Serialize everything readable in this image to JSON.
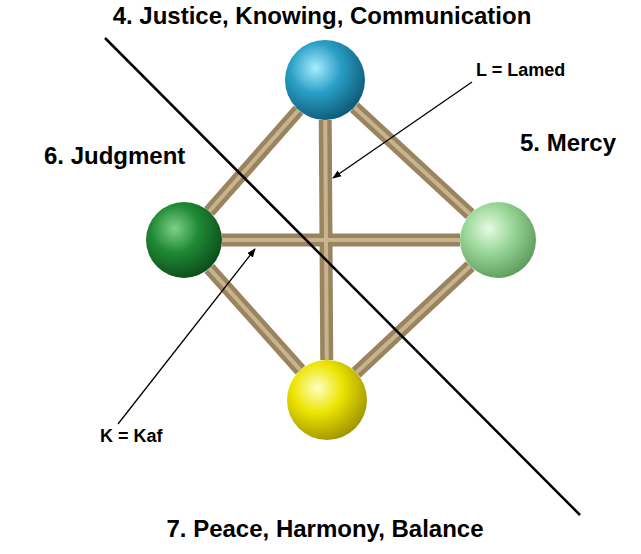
{
  "diagram": {
    "nodes": [
      {
        "text": [
          "4. Justice, Knowing, Communication"
        ]
      },
      {
        "text": [
          "6. Judgment"
        ]
      },
      {
        "text": [
          "5. Mercy"
        ]
      },
      {
        "text": [
          "7. Peace, Harmony, Balance"
        ]
      }
    ],
    "edges": [
      {
        "from": 0,
        "to": 1,
        "arrow": "none"
      },
      {
        "from": 0,
        "to": 2,
        "arrow": "none"
      },
      {
        "from": 1,
        "to": 3,
        "arrow": "none"
      },
      {
        "from": 2,
        "to": 3,
        "arrow": "none"
      },
      {
        "from": 0,
        "to": 3,
        "arrow": "none"
      },
      {
        "from": 1,
        "to": 2,
        "arrow": "none"
      }
    ],
    "labels": [
      "L = Lamed",
      "K = Kaf"
    ]
  }
}
